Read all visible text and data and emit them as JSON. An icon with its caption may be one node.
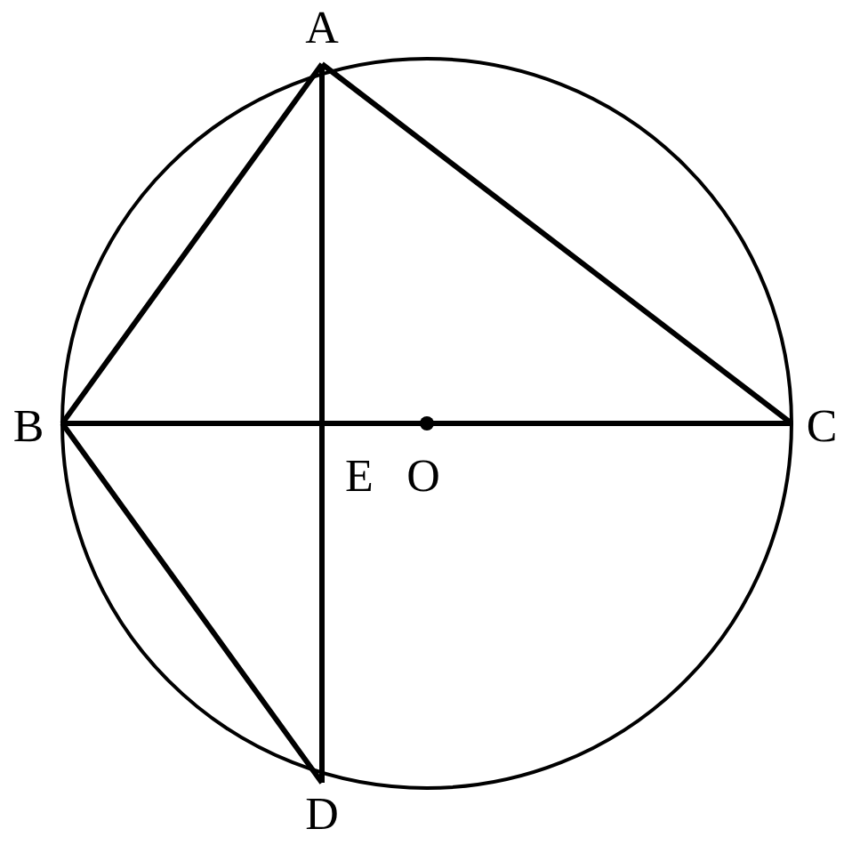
{
  "diagram": {
    "labels": [
      "A",
      "B",
      "C",
      "E",
      "O",
      "D"
    ]
  }
}
